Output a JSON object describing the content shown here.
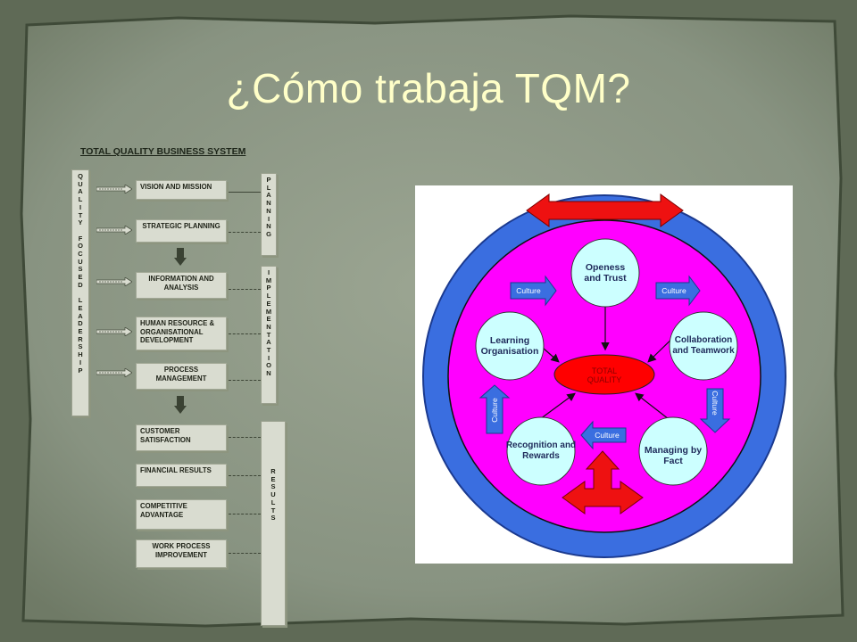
{
  "title": "¿Cómo trabaja TQM?",
  "left_diagram": {
    "title": "TOTAL QUALITY BUSINESS SYSTEM",
    "left_column": [
      "Q",
      "U",
      "A",
      "L",
      "I",
      "T",
      "Y",
      " ",
      "F",
      "O",
      "C",
      "U",
      "S",
      "E",
      "D",
      " ",
      "L",
      "E",
      "A",
      "D",
      "E",
      "R",
      "S",
      "H",
      "I",
      "P"
    ],
    "right_columns": {
      "planning": [
        "P",
        "L",
        "A",
        "N",
        "N",
        "I",
        "N",
        "G"
      ],
      "implementation": [
        "I",
        "M",
        "P",
        "L",
        "E",
        "M",
        "E",
        "N",
        "T",
        "A",
        "T",
        "I",
        "O",
        "N"
      ],
      "results": [
        "R",
        "E",
        "S",
        "U",
        "L",
        "T",
        "S"
      ]
    },
    "boxes": [
      "VISION AND MISSION",
      "STRATEGIC PLANNING",
      "INFORMATION AND ANALYSIS",
      "HUMAN RESOURCE & ORGANISATIONAL DEVELOPMENT",
      "PROCESS MANAGEMENT",
      "CUSTOMER SATISFACTION",
      "FINANCIAL RESULTS",
      "COMPETITIVE ADVANTAGE",
      "WORK PROCESS IMPROVEMENT"
    ]
  },
  "right_diagram": {
    "nodes": {
      "top": "Openess and Trust",
      "left": "Learning Organisation",
      "right": "Collaboration and Teamwork",
      "bottom_left": "Recognition and Rewards",
      "bottom_right": "Managing by Fact"
    },
    "center": "TOTAL QUALITY",
    "culture": [
      "Culture",
      "Culture",
      "Culture",
      "Culture",
      "Culture"
    ],
    "colors": {
      "outer_ring": "#3a6ee0",
      "inner_disc": "#ff00ff",
      "node_fill": "#ccffff",
      "center_fill": "#ff0000",
      "culture_arrow": "#3a6ee0"
    }
  }
}
